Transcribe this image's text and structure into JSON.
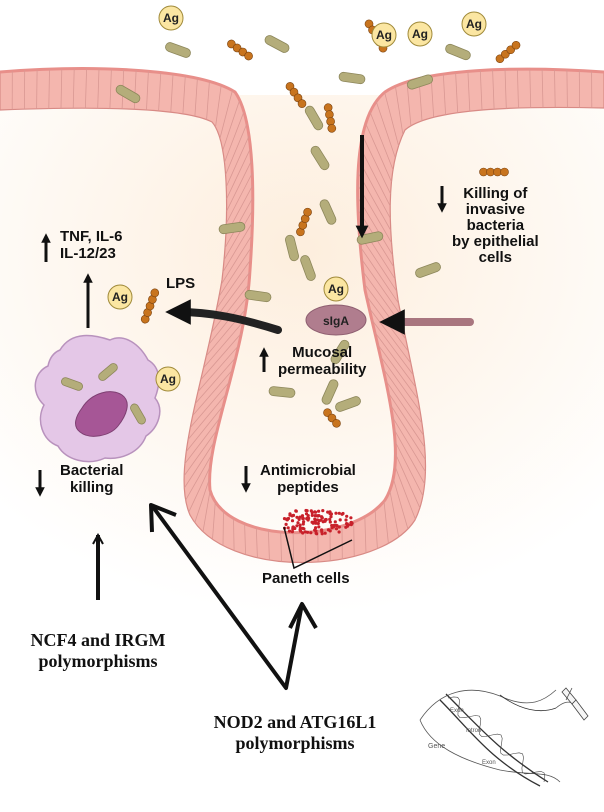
{
  "antigen_label": "Ag",
  "labels": {
    "lps": "LPS",
    "siga": "sIgA",
    "tnf_line1": "TNF, IL-6",
    "tnf_line2": "IL-12/23",
    "killing_line1": "Killing of",
    "killing_line2": "invasive",
    "killing_line3": "bacteria",
    "killing_line4": "by epithelial",
    "killing_line5": "cells",
    "mucosal_line1": "Mucosal",
    "mucosal_line2": "permeability",
    "bacterial_line1": "Bacterial",
    "bacterial_line2": "killing",
    "antimicrobial_line1": "Antimicrobial",
    "antimicrobial_line2": "peptides",
    "paneth": "Paneth cells",
    "ncf4_line1": "NCF4 and IRGM",
    "ncf4_line2": "polymorphisms",
    "nod2_line1": "NOD2 and ATG16L1",
    "nod2_line2": "polymorphisms"
  },
  "gene_inset": {
    "gene": "Gene",
    "exon": "Exon",
    "intron": "Intron",
    "exon2": "Exon"
  },
  "colors": {
    "tissue": "#fde9da",
    "epithelium": "#f2b4ad",
    "epithelium_line": "#d88a85",
    "bacteria_rod": "#b4ad7a",
    "bacteria_cocci": "#c8741e",
    "macrophage": "#e2c6e6",
    "nucleus": "#a0528e",
    "antigen": "#fbe6a2",
    "siga": "#b07d8e",
    "paneth_granules": "#c8202a"
  }
}
